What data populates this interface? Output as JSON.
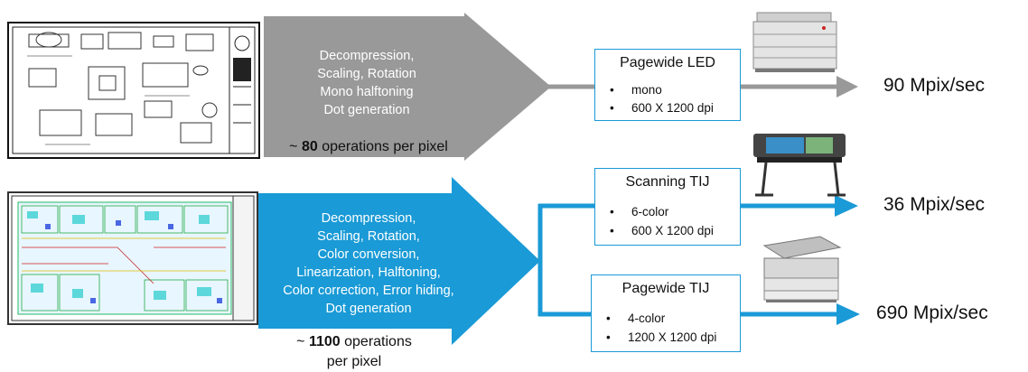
{
  "mono_path": {
    "processing_steps": [
      "Decompression,",
      "Scaling, Rotation",
      "Mono halftoning",
      "Dot generation"
    ],
    "ops_prefix": "~ ",
    "ops_count": "80",
    "ops_suffix_line1": " operations per pixel",
    "ops_suffix_line2": "",
    "printer": {
      "title": "Pagewide LED",
      "specs": [
        "mono",
        "600 X 1200 dpi"
      ],
      "rate": "90 Mpix/sec"
    },
    "color": "#999999"
  },
  "color_path": {
    "processing_steps": [
      "Decompression,",
      "Scaling, Rotation,",
      "Color conversion,",
      "Linearization, Halftoning,",
      "Color correction,  Error hiding,",
      "Dot generation"
    ],
    "ops_prefix": "~ ",
    "ops_count": "1100",
    "ops_suffix_line1": " operations",
    "ops_suffix_line2": "per pixel",
    "printers": [
      {
        "title": "Scanning TIJ",
        "specs": [
          "6-color",
          "600 X 1200 dpi"
        ],
        "rate": "36 Mpix/sec"
      },
      {
        "title": "Pagewide TIJ",
        "specs": [
          "4-color",
          "1200 X 1200 dpi"
        ],
        "rate": "690 Mpix/sec"
      }
    ],
    "color": "#1a9ad6"
  },
  "bullet": "•"
}
